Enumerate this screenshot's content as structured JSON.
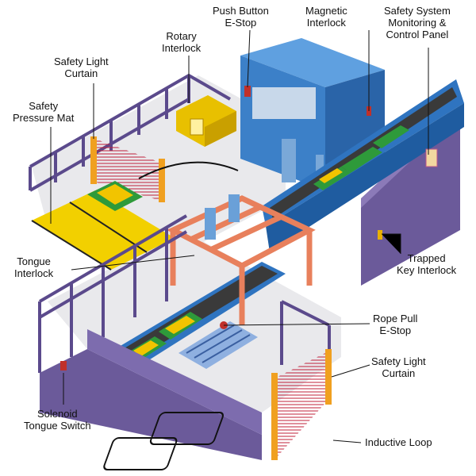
{
  "diagram": {
    "labels": {
      "push_button_estop": [
        "Push Button",
        "E-Stop"
      ],
      "magnetic_interlock": [
        "Magnetic",
        "Interlock"
      ],
      "safety_system_panel": [
        "Safety System",
        "Monitoring &",
        "Control Panel"
      ],
      "rotary_interlock": [
        "Rotary",
        "Interlock"
      ],
      "safety_light_curtain_top": [
        "Safety Light",
        "Curtain"
      ],
      "safety_pressure_mat": [
        "Safety",
        "Pressure Mat"
      ],
      "trapped_key_interlock": [
        "Trapped",
        "Key Interlock"
      ],
      "tongue_interlock": [
        "Tongue",
        "Interlock"
      ],
      "rope_pull_estop": [
        "Rope Pull",
        "E-Stop"
      ],
      "safety_light_curtain_bottom": [
        "Safety Light",
        "Curtain"
      ],
      "solenoid_tongue_switch": [
        "Solenoid",
        "Tongue Switch"
      ],
      "inductive_loop": [
        "Inductive Loop"
      ]
    },
    "colors": {
      "fence": "#6b5a9a",
      "fence_dark": "#4a3d78",
      "floor": "#e9e9ec",
      "conveyor_blue": "#2f74c0",
      "belt": "#3a3a3a",
      "green_tray": "#2e9a3a",
      "yellow_parts": "#f2c400",
      "gantry": "#e8805c",
      "machine_blue": "#4a8ed6",
      "light_curtain": "#c0203a"
    }
  }
}
